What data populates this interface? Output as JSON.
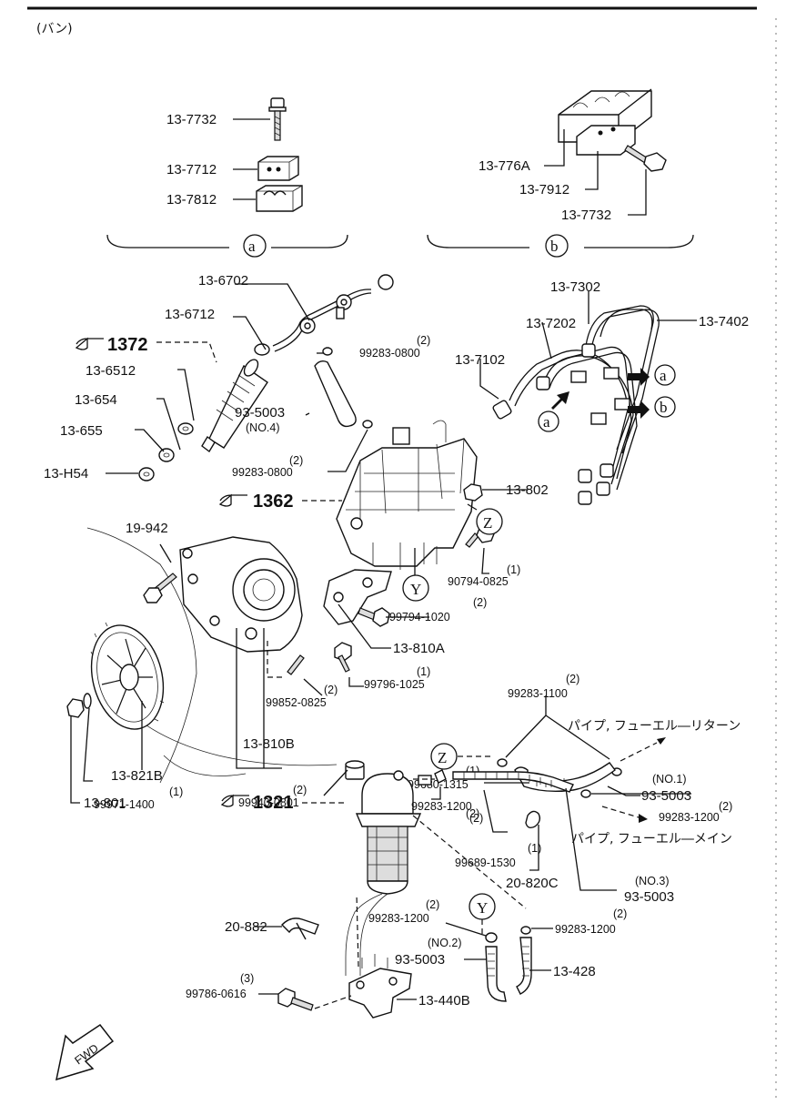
{
  "header": {
    "variant": "(バン)"
  },
  "groups": {
    "a": "a",
    "b": "b",
    "y": "Y",
    "z": "Z"
  },
  "references": {
    "r1372": "1372",
    "r1362": "1362",
    "r1321": "1321"
  },
  "fwd": "FWD",
  "annotations": {
    "fuel_return": "パイプ, フューエル―リターン",
    "fuel_main": "パイプ, フューエル―メイン"
  },
  "parts": {
    "p13_7732_a": "13-7732",
    "p13_7712": "13-7712",
    "p13_7812": "13-7812",
    "p13_776A": "13-776A",
    "p13_7912": "13-7912",
    "p13_7732_b": "13-7732",
    "p13_6702": "13-6702",
    "p13_6712": "13-6712",
    "p13_6512": "13-6512",
    "p13_654": "13-654",
    "p13_655": "13-655",
    "p13_H54": "13-H54",
    "p99283_0800_top": "99283-0800",
    "p99283_0800_top_qty": "(2)",
    "p93_5003_no4": "93-5003",
    "p93_5003_no4_note": "(NO.4)",
    "p99283_0800_low": "99283-0800",
    "p99283_0800_low_qty": "(2)",
    "p13_7302": "13-7302",
    "p13_7402": "13-7402",
    "p13_7202": "13-7202",
    "p13_7102": "13-7102",
    "p13_802": "13-802",
    "p19_942": "19-942",
    "p90794_0825": "90794-0825",
    "p90794_0825_qty": "(1)",
    "p99794_1020": "99794-1020",
    "p99794_1020_qty": "(2)",
    "p13_810A": "13-810A",
    "p99796_1025": "99796-1025",
    "p99796_1025_qty": "(1)",
    "p99852_0825": "99852-0825",
    "p99852_0825_qty": "(2)",
    "p13_810B": "13-810B",
    "p13_821B": "13-821B",
    "p99971_1400": "99971-1400",
    "p99971_1400_qty": "(1)",
    "p13_801": "13-801",
    "p99283_1100": "99283-1100",
    "p99283_1100_qty": "(2)",
    "p99680_1315": "99680-1315",
    "p99680_1315_qty": "(1)",
    "p93_5003_no1_note": "(NO.1)",
    "p93_5003_no1": "93-5003",
    "p99940_0801": "99940-0801",
    "p99940_0801_qty": "(2)",
    "p99283_1200_a": "99283-1200",
    "p99283_1200_a_qty": "(2)",
    "p99283_1200_b": "99283-1200",
    "p99283_1200_b_qty": "(2)",
    "p99689_1530": "99689-1530",
    "p99689_1530_qty": "(2)",
    "p20_820C": "20-820C",
    "p20_820C_qty": "(1)",
    "p93_5003_no3_note": "(NO.3)",
    "p93_5003_no3": "93-5003",
    "p20_882": "20-882",
    "p99283_1200_c": "99283-1200",
    "p99283_1200_c_qty": "(2)",
    "p99283_1200_d": "99283-1200",
    "p99283_1200_d_qty": "(2)",
    "p93_5003_no2_note": "(NO.2)",
    "p93_5003_no2": "93-5003",
    "p13_428": "13-428",
    "p99786_0616": "99786-0616",
    "p99786_0616_qty": "(3)",
    "p13_440B": "13-440B"
  }
}
